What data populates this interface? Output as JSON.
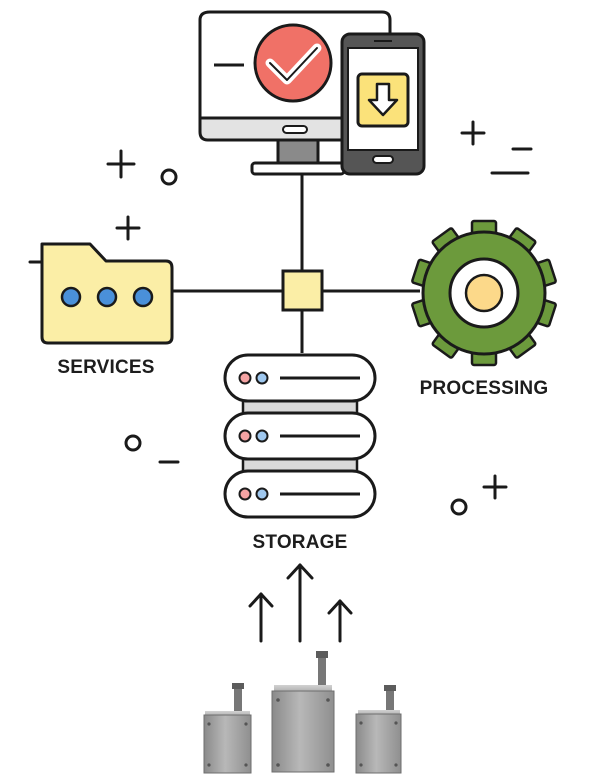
{
  "labels": {
    "services": "SERVICES",
    "processing": "PROCESSING",
    "storage": "STORAGE"
  },
  "colors": {
    "outline": "#1a1a1a",
    "folder_fill": "#fbeea6",
    "node_fill": "#fbeea6",
    "accent_blue": "#4a90d9",
    "gear_fill": "#6c9a3c",
    "gear_center": "#fcd98a",
    "check_circle": "#f07167",
    "phone_screen": "#fbe27a",
    "server_dot_red": "#f4a3a3",
    "server_dot_blue": "#9fc8ef",
    "server_gap": "#d9d9d9",
    "device_fill": "#a3a3a3"
  },
  "icons": [
    "monitor-icon",
    "check-icon",
    "phone-icon",
    "download-icon",
    "folder-icon",
    "gear-icon",
    "server-stack-icon",
    "sensor-device-icon",
    "arrow-up-icon"
  ]
}
